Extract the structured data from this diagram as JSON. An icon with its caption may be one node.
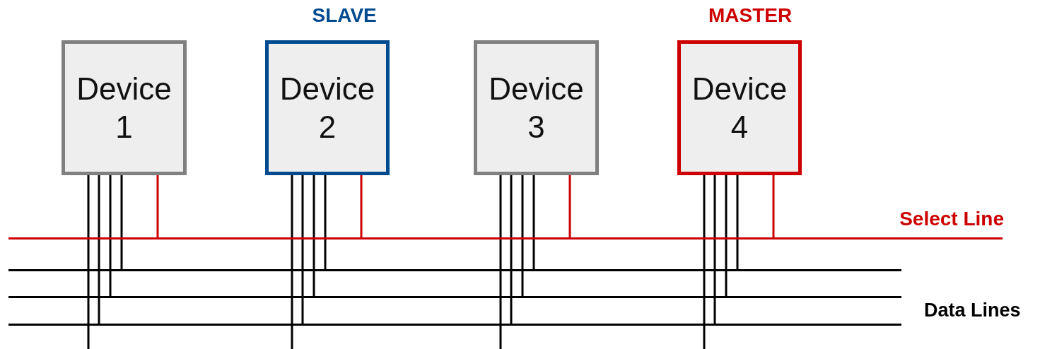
{
  "diagram": {
    "nodes": [
      {
        "text": [
          "Device 1"
        ]
      },
      {
        "text": [
          "Device 2"
        ],
        "beside": [
          "SLAVE"
        ]
      },
      {
        "text": [
          "Device 3"
        ]
      },
      {
        "text": [
          "Device 4"
        ],
        "beside": [
          "MASTER"
        ]
      },
      {
        "text": [],
        "shape": "bar",
        "beside": [
          "Select Line"
        ]
      },
      {
        "text": [],
        "shape": "bar"
      },
      {
        "text": [],
        "shape": "bar"
      },
      {
        "text": [],
        "shape": "bar"
      }
    ],
    "edges": [
      {
        "from": 0,
        "to": 4,
        "arrow": "none",
        "color": "#cc0000"
      },
      {
        "from": 0,
        "to": 5,
        "arrow": "none"
      },
      {
        "from": 0,
        "to": 6,
        "arrow": "none"
      },
      {
        "from": 0,
        "to": 7,
        "arrow": "none"
      },
      {
        "from": 0,
        "to": null,
        "arrow": "none"
      },
      {
        "from": 1,
        "to": 4,
        "arrow": "none",
        "color": "#cc0000"
      },
      {
        "from": 1,
        "to": 5,
        "arrow": "none"
      },
      {
        "from": 1,
        "to": 6,
        "arrow": "none"
      },
      {
        "from": 1,
        "to": 7,
        "arrow": "none"
      },
      {
        "from": 1,
        "to": null,
        "arrow": "none"
      },
      {
        "from": 2,
        "to": 4,
        "arrow": "none",
        "color": "#cc0000"
      },
      {
        "from": 2,
        "to": 5,
        "arrow": "none"
      },
      {
        "from": 2,
        "to": 6,
        "arrow": "none"
      },
      {
        "from": 2,
        "to": 7,
        "arrow": "none"
      },
      {
        "from": 2,
        "to": null,
        "arrow": "none"
      },
      {
        "from": 3,
        "to": 4,
        "arrow": "none",
        "color": "#cc0000"
      },
      {
        "from": 3,
        "to": 5,
        "arrow": "none"
      },
      {
        "from": 3,
        "to": 6,
        "arrow": "none"
      },
      {
        "from": 3,
        "to": 7,
        "arrow": "none"
      },
      {
        "from": 3,
        "to": null,
        "arrow": "none"
      }
    ],
    "labels": [
      "Data Lines"
    ]
  }
}
